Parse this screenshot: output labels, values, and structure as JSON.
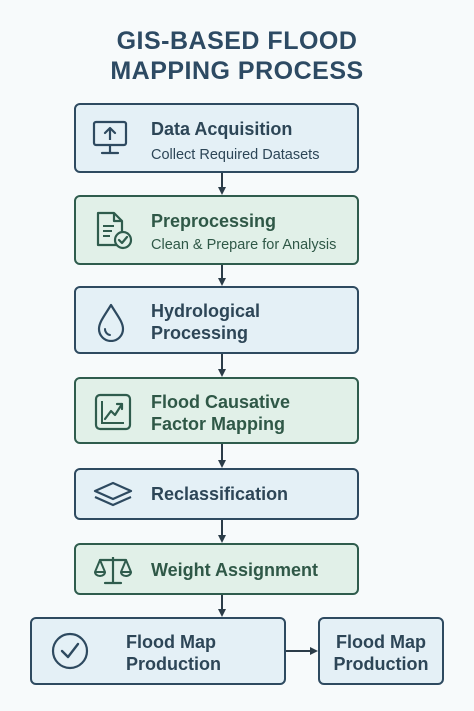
{
  "title": {
    "line1": "GIS-BASED FLOOD",
    "line2": "MAPPING PROCESS"
  },
  "steps": [
    {
      "title": "Data Acquisition",
      "subtitle": "Collect Required Datasets",
      "icon": "monitor-upload-icon",
      "color": "blue"
    },
    {
      "title": "Preprocessing",
      "subtitle": "Clean & Prepare for Analysis",
      "icon": "document-check-icon",
      "color": "green"
    },
    {
      "title_line1": "Hydrological",
      "title_line2": "Processing",
      "icon": "water-drop-icon",
      "color": "blue"
    },
    {
      "title_line1": "Flood Causative",
      "title_line2": "Factor Mapping",
      "icon": "chart-icon",
      "color": "green"
    },
    {
      "title": "Reclassification",
      "icon": "layers-icon",
      "color": "blue"
    },
    {
      "title": "Weight Assignment",
      "icon": "scales-icon",
      "color": "green"
    },
    {
      "title_line1": "Flood Map",
      "title_line2": "Production",
      "icon": "check-circle-icon",
      "color": "blue"
    }
  ],
  "output": {
    "title_line1": "Flood Map",
    "title_line2": "Production",
    "color": "blue"
  },
  "colors": {
    "border_blue": "#2e4a60",
    "fill_blue": "#e4f0f6",
    "border_green": "#2f5c4d",
    "fill_green": "#e1f0e8",
    "arrow": "#2b3c48"
  }
}
